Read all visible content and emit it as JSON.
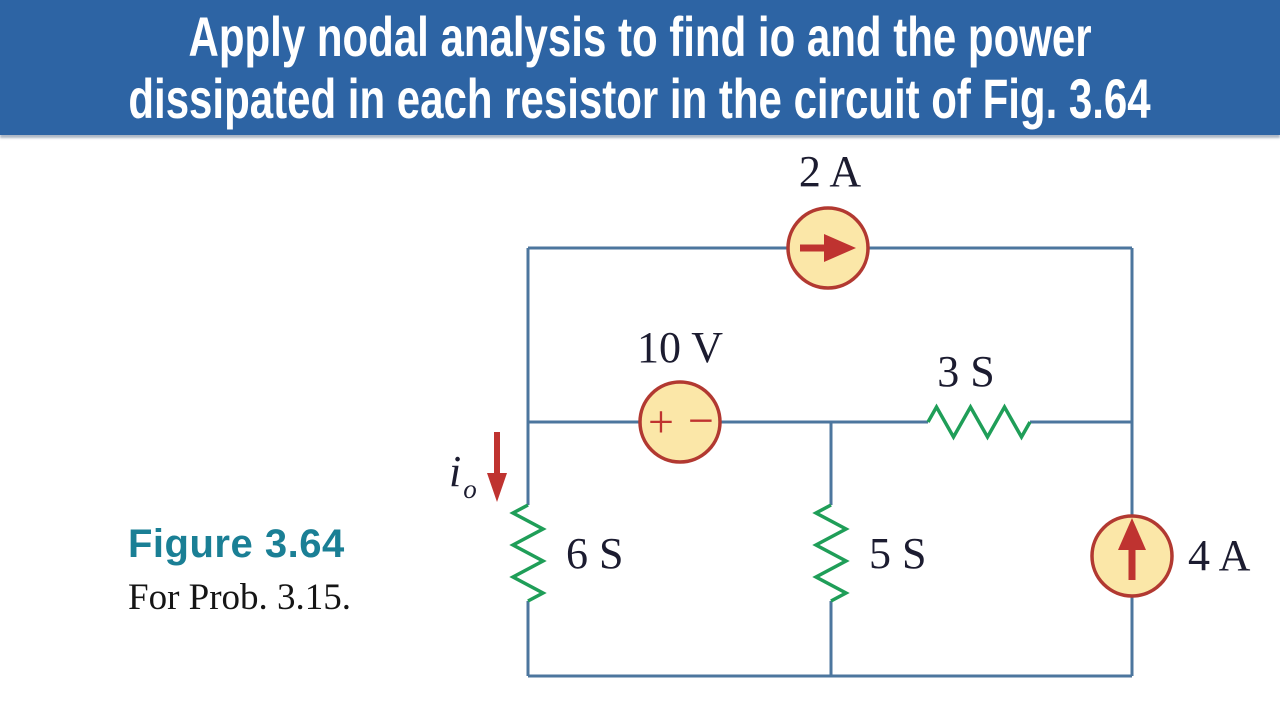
{
  "banner": {
    "text_line1": "Apply nodal analysis to find io and the power",
    "text_line2": "dissipated in each resistor in the circuit of Fig. 3.64",
    "background_color": "#2d64a4",
    "text_color": "#ffffff"
  },
  "figure_caption": {
    "title": "Figure 3.64",
    "subtitle": "For Prob. 3.15.",
    "title_color": "#1a7f95"
  },
  "circuit": {
    "labels": {
      "top_current_source": "2 A",
      "voltage_source": "10 V",
      "top_resistor": "3 S",
      "left_resistor": "6 S",
      "middle_resistor": "5 S",
      "right_current_source": "4 A",
      "branch_current_symbol": "i",
      "branch_current_subscript": "o",
      "voltage_plus": "+",
      "voltage_minus": "−"
    },
    "colors": {
      "wire": "#4c769e",
      "source_fill": "#fbe7a8",
      "source_border": "#b23931",
      "arrow_red": "#bf3330",
      "resistor_green": "#1f9e58",
      "label_text": "#1c1c30"
    }
  }
}
